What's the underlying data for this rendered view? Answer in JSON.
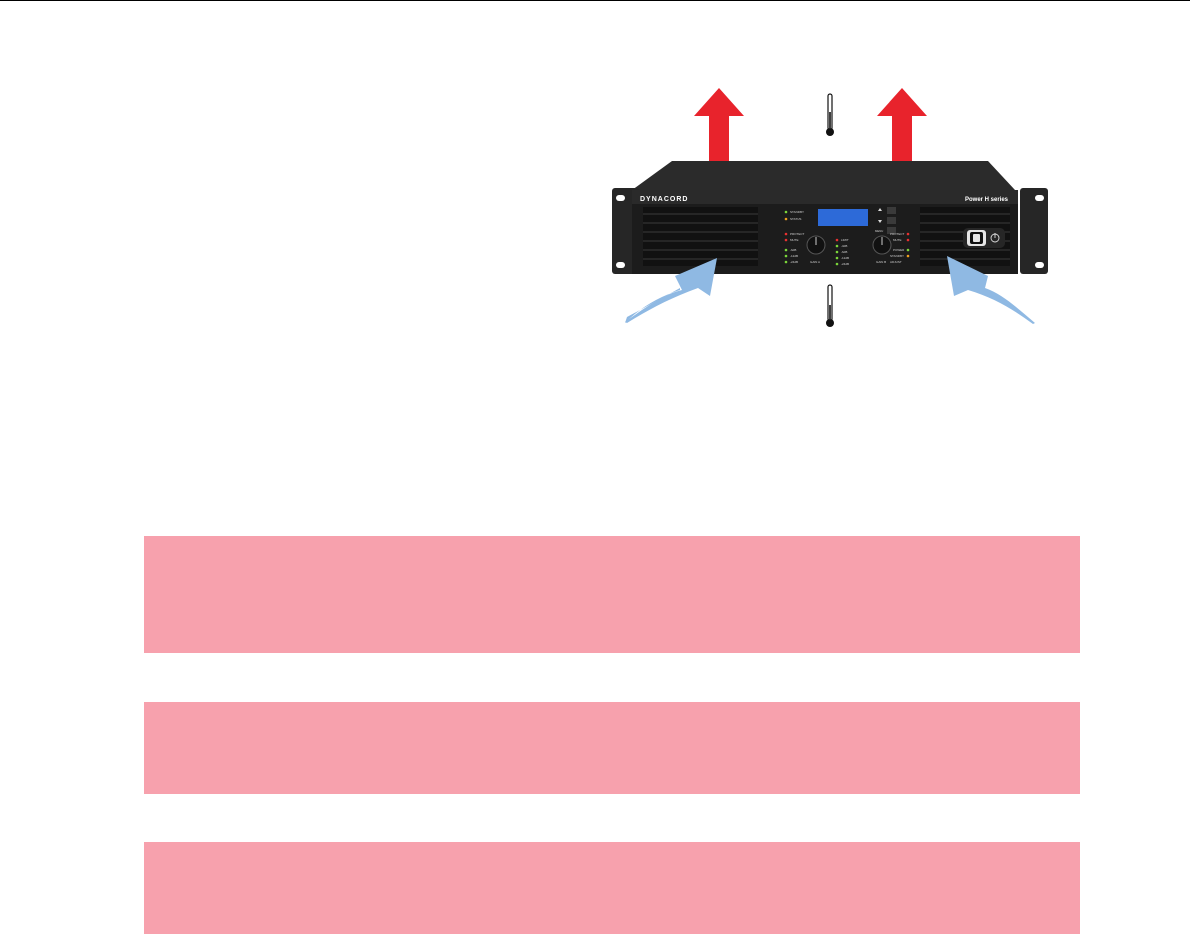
{
  "colors": {
    "hot_air": "#e8232c",
    "cool_air": "#8fb9e3",
    "warning_box": "#f7a1ad",
    "amp_body": "#1c1c1c",
    "display": "#2d6ad8"
  },
  "icons": [
    "hot-air-arrow-icon",
    "cool-air-arrow-icon",
    "thermometer-icon",
    "power-icon"
  ],
  "amplifier": {
    "brand": "DYNACORD",
    "series": "Power H series",
    "left_panel": [
      "STANDBY",
      "STATUS",
      "PROTECT",
      "MUTE",
      "-6dB",
      "-12dB",
      "-24dB"
    ],
    "center_panel": [
      "LIMIT",
      "-3dB",
      "-6dB",
      "-12dB",
      "-24dB"
    ],
    "right_panel": [
      "PROTECT",
      "MUTE",
      "POWER",
      "STANDBY",
      "ADJUST"
    ],
    "knob_labels": [
      "GAIN A",
      "GAIN B"
    ],
    "menu_button": "MENU"
  },
  "warnings": [
    {
      "text": ""
    },
    {
      "text": ""
    },
    {
      "text": ""
    }
  ]
}
